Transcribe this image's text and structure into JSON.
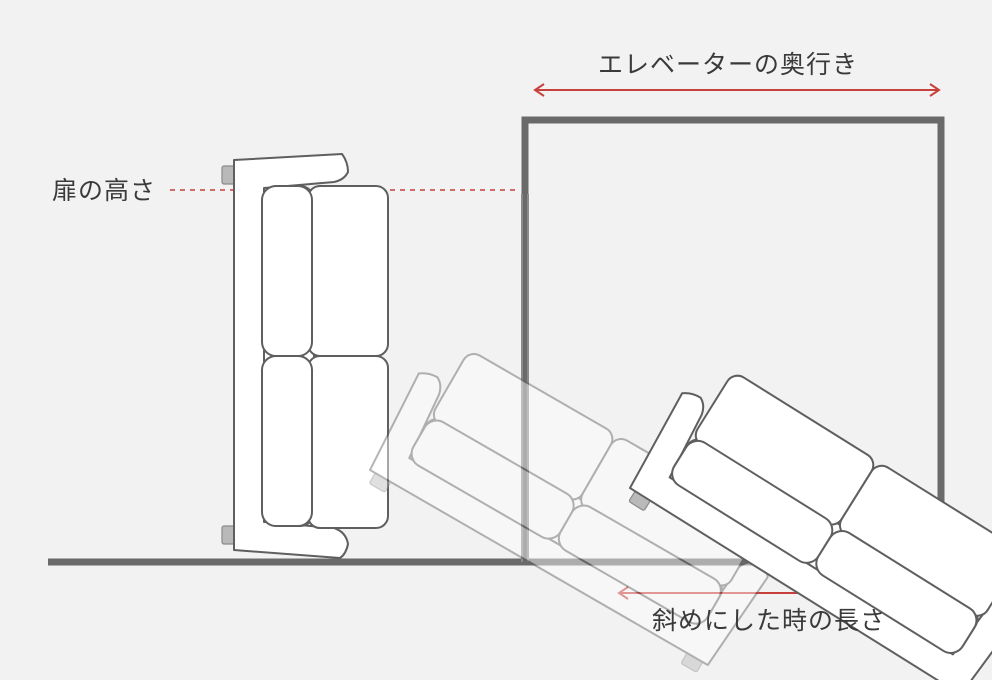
{
  "labels": {
    "elevator_depth": "エレベーターの奥行き",
    "door_height": "扉の高さ",
    "diagonal_length": "斜めにした時の長さ"
  },
  "colors": {
    "background": "#f2f2f2",
    "wall": "#6a6a6a",
    "accent_red": "#c8403c",
    "sofa_fill": "#ffffff",
    "sofa_stroke": "#5f5f5f"
  }
}
